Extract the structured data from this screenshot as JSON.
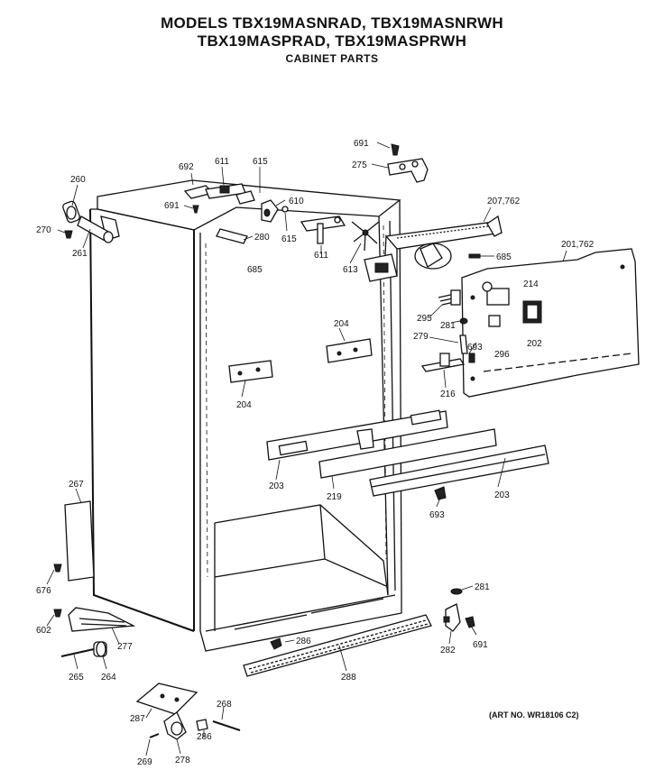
{
  "header": {
    "title_line1": "MODELS TBX19MASNRAD, TBX19MASNRWH",
    "title_line2": "TBX19MASPRAD, TBX19MASPRWH",
    "subtitle": "CABINET PARTS"
  },
  "art_number": "(ART NO. WR18106 C2)",
  "callouts": {
    "c691_top": "691",
    "c275": "275",
    "c692": "692",
    "c611_top": "611",
    "c615_top": "615",
    "c691_mid": "691",
    "c610": "610",
    "c615_mid": "615",
    "c611_mid": "611",
    "c613": "613",
    "c280": "280",
    "c260": "260",
    "c270": "270",
    "c261": "261",
    "c207_762": "207,762",
    "c685_right": "685",
    "c201_762": "201,762",
    "c685_left": "685",
    "c214": "214",
    "c295": "295",
    "c281_mid": "281",
    "c279": "279",
    "c693_mid": "693",
    "c296": "296",
    "c202_panel": "202",
    "c204_right": "204",
    "c204_left": "204",
    "c216": "216",
    "c203_left": "203",
    "c219": "219",
    "c203_right": "203",
    "c693_low": "693",
    "c267": "267",
    "c676": "676",
    "c602": "602",
    "c277": "277",
    "c265": "265",
    "c264": "264",
    "c286_mid": "286",
    "c288": "288",
    "c281_low": "281",
    "c282": "282",
    "c691_low": "691",
    "c287": "287",
    "c268": "268",
    "c286_low": "286",
    "c269": "269",
    "c278": "278"
  }
}
